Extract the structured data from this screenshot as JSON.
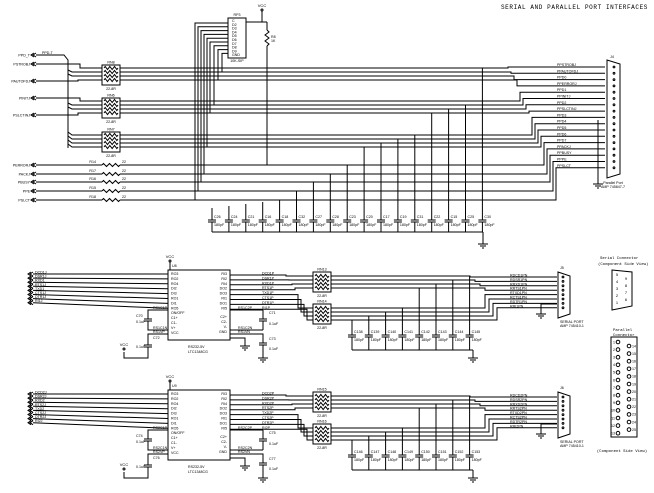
{
  "title": "SERIAL AND PARALLEL PORT INTERFACES",
  "parallel": {
    "left_signals": [
      "PPD_T",
      "PSTROBJ",
      "PAUTOFDJ",
      "PINITJ",
      "PSLCTINJ",
      "PERRORJ",
      "PACKJ",
      "PBUSY",
      "PPE",
      "PSLCT"
    ],
    "ppd_net": "PPD-T",
    "resistor_arrays": [
      {
        "ref": "RN8",
        "value": "22-8R"
      },
      {
        "ref": "RN6",
        "value": "22-8R"
      },
      {
        "ref": "RN7",
        "value": "22-8R"
      }
    ],
    "resistors": [
      {
        "ref": "R14",
        "value": "22"
      },
      {
        "ref": "R17",
        "value": "22"
      },
      {
        "ref": "R16",
        "value": "22"
      },
      {
        "ref": "R15",
        "value": "22"
      },
      {
        "ref": "R18",
        "value": "22"
      }
    ],
    "pullup": {
      "ref": "RP3",
      "part": "10K-SIP",
      "pins": [
        "C",
        "D2",
        "D3",
        "D4",
        "D5",
        "D6",
        "D7",
        "D8",
        "D9",
        "GND"
      ],
      "r_ref": "R8",
      "r_value": "1K",
      "vcc": "VCC"
    },
    "connector_nets": [
      "PPSTROBJ",
      "PPAUTOFDJ",
      "PPD0",
      "PPERRORJ",
      "PPD1",
      "PPINITJ",
      "PPD2",
      "PPSLCTINJ",
      "PPD3",
      "PPD4",
      "PPD5",
      "PPD6",
      "PPD7",
      "PPACKJ",
      "PPBUSY",
      "PPPE",
      "PPSLCT"
    ],
    "connector": {
      "ref": "J4",
      "name": "Parallel Port",
      "part": "AMP 745847-7"
    },
    "capacitors": [
      "C26",
      "C24",
      "C21",
      "C16",
      "C18",
      "C32",
      "C27",
      "C28",
      "C23",
      "C20",
      "C17",
      "C19",
      "C31",
      "C22",
      "C15",
      "C25",
      "C30"
    ],
    "cap_value": "180pF"
  },
  "serial": [
    {
      "vcc": "VCC",
      "chip_ref": "U8",
      "chip_name": "RS232-5V",
      "chip_part": "LTC1348CG",
      "left_signals": [
        "DCD1J",
        "DSR1J",
        "RXD1",
        "RTS1J",
        "TXD1",
        "CTS1J",
        "DTR1J",
        "RI1J"
      ],
      "left_pins": [
        "RO3",
        "RO2",
        "RO4",
        "DI2",
        "DI3",
        "RO1",
        "DI1",
        "RO5",
        "ON/OFF",
        "C1+",
        "C1-",
        "V+",
        "VCC"
      ],
      "right_pins": [
        "RI3",
        "RI2",
        "RI4",
        "DO2",
        "DO3",
        "RI1",
        "DO1",
        "RI5",
        "C2+",
        "C2-",
        "V-",
        "GND"
      ],
      "right_nets": [
        "DCD1P",
        "DSR1P",
        "RXD1P",
        "RTS1P",
        "TXD1P",
        "CTS1P",
        "DTR1P",
        "RI1P"
      ],
      "pump_nets": [
        "RS1C1P",
        "RS1C1N",
        "RS1VP",
        "RS1C2P",
        "RS1C2N",
        "RS1VN"
      ],
      "caps": [
        {
          "ref": "C70",
          "value": "0.1uF"
        },
        {
          "ref": "C72",
          "value": "0.1uF"
        },
        {
          "ref": "C71",
          "value": "0.1uF"
        },
        {
          "ref": "C73",
          "value": "0.1uF"
        }
      ],
      "resistor_arrays": [
        {
          "ref": "RN13",
          "value": "22-8R"
        },
        {
          "ref": "RN14",
          "value": "22-8R"
        }
      ],
      "filter_caps": [
        "C138",
        "C139",
        "C140",
        "C141",
        "C142",
        "C143",
        "C144",
        "C145"
      ],
      "cap_value": "180pF",
      "connector_nets": [
        "RDCD1PN",
        "RDSR1PN",
        "RRXD1PN",
        "RRTS1PN",
        "RTXD1PN",
        "RCTS1PN",
        "RDTR1PN",
        "RRI1PN"
      ],
      "connector": {
        "ref": "J5",
        "name": "SERIAL PORT",
        "part": "AMP 745410-1"
      }
    },
    {
      "vcc": "VCC",
      "chip_ref": "U9",
      "chip_name": "RS232-5V",
      "chip_part": "LTC1348CG",
      "left_signals": [
        "DCD2J",
        "DSR2J",
        "RXD2",
        "RTS2J",
        "TXD2",
        "CTS2J",
        "DTR2J",
        "RI2J"
      ],
      "left_pins": [
        "RO3",
        "RO2",
        "RO4",
        "DI2",
        "DI3",
        "RO1",
        "DI1",
        "RO5",
        "ON/OFF",
        "C1+",
        "C1-",
        "V+",
        "VCC"
      ],
      "right_pins": [
        "RI3",
        "RI2",
        "RI4",
        "DO2",
        "DO3",
        "RI1",
        "DO1",
        "RI5",
        "C2+",
        "C2-",
        "V-",
        "GND"
      ],
      "right_nets": [
        "DCD2P",
        "DSR2P",
        "RXD2P",
        "RTS2P",
        "TXD2P",
        "CTS2P",
        "DTR2P",
        "RI2P"
      ],
      "pump_nets": [
        "RS2C1P",
        "RS2C1N",
        "RS2VP",
        "RS2C2P",
        "RS2C2N",
        "RS2VN"
      ],
      "caps": [
        {
          "ref": "C74",
          "value": "0.1uF"
        },
        {
          "ref": "C76",
          "value": "0.1uF"
        },
        {
          "ref": "C75",
          "value": "0.1uF"
        },
        {
          "ref": "C77",
          "value": "0.1uF"
        }
      ],
      "resistor_arrays": [
        {
          "ref": "RN15",
          "value": "22-8R"
        },
        {
          "ref": "RN16",
          "value": "22-8R"
        }
      ],
      "filter_caps": [
        "C146",
        "C147",
        "C148",
        "C149",
        "C150",
        "C151",
        "C152",
        "C153"
      ],
      "cap_value": "180pF",
      "connector_nets": [
        "RDCD2PN",
        "RDSR2PN",
        "RRXD2PN",
        "RRTS2PN",
        "RTXD2PN",
        "RCTS2PN",
        "RDTR2PN",
        "RRI2PN"
      ],
      "connector": {
        "ref": "J6",
        "name": "SERIAL PORT",
        "part": "AMP 745410-1"
      }
    }
  ],
  "serial_view": {
    "title": "Serial Connector",
    "subtitle": "(Component Side View)",
    "pins": [
      "5",
      "4",
      "3",
      "2",
      "1",
      "9",
      "8",
      "7",
      "6"
    ]
  },
  "parallel_view": {
    "title": "Parallel",
    "title2": "Connector",
    "subtitle": "(Component Side View)",
    "pins_left": [
      "1",
      "2",
      "3",
      "4",
      "5",
      "6",
      "7",
      "8",
      "9",
      "10",
      "11",
      "12",
      "13"
    ],
    "pins_right": [
      "14",
      "15",
      "16",
      "17",
      "18",
      "19",
      "20",
      "21",
      "22",
      "23",
      "24",
      "25"
    ]
  }
}
